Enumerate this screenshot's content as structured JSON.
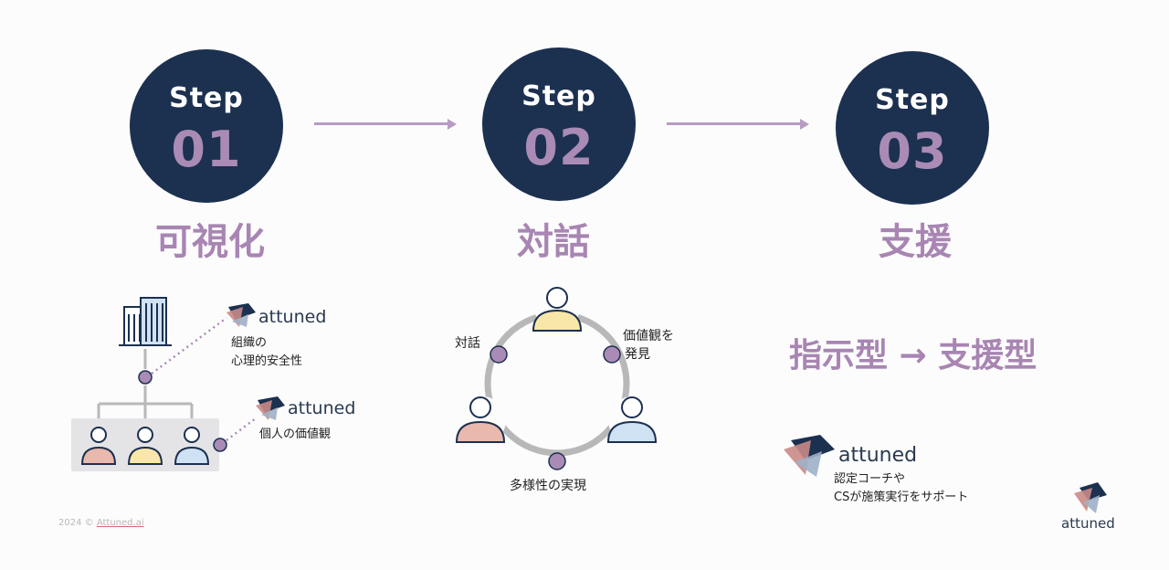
{
  "steps": [
    {
      "word": "Step",
      "number": "01",
      "title": "可視化"
    },
    {
      "word": "Step",
      "number": "02",
      "title": "対話"
    },
    {
      "word": "Step",
      "number": "03",
      "title": "支援"
    }
  ],
  "step1": {
    "brand_top": "attuned",
    "label_org": [
      "組織の",
      "心理的安全性"
    ],
    "brand_bottom": "attuned",
    "label_individual": "個人の価値観"
  },
  "step2": {
    "label_dialogue": "対話",
    "label_values": [
      "価値観を",
      "発見"
    ],
    "label_diversity": "多様性の実現"
  },
  "step3": {
    "lead": "指示型 → 支援型",
    "brand": "attuned",
    "description": [
      "認定コーチや",
      "CSが施策実行をサポート"
    ]
  },
  "footer": {
    "copyright": "2024 ©",
    "link": "Attuned.ai"
  },
  "logo": {
    "text": "attuned"
  },
  "colors": {
    "navy": "#1c3050",
    "lavender": "#a885b3",
    "person_pink": "#eab9ad",
    "person_yellow": "#f8e7a8",
    "person_blue": "#cfe2f3"
  }
}
